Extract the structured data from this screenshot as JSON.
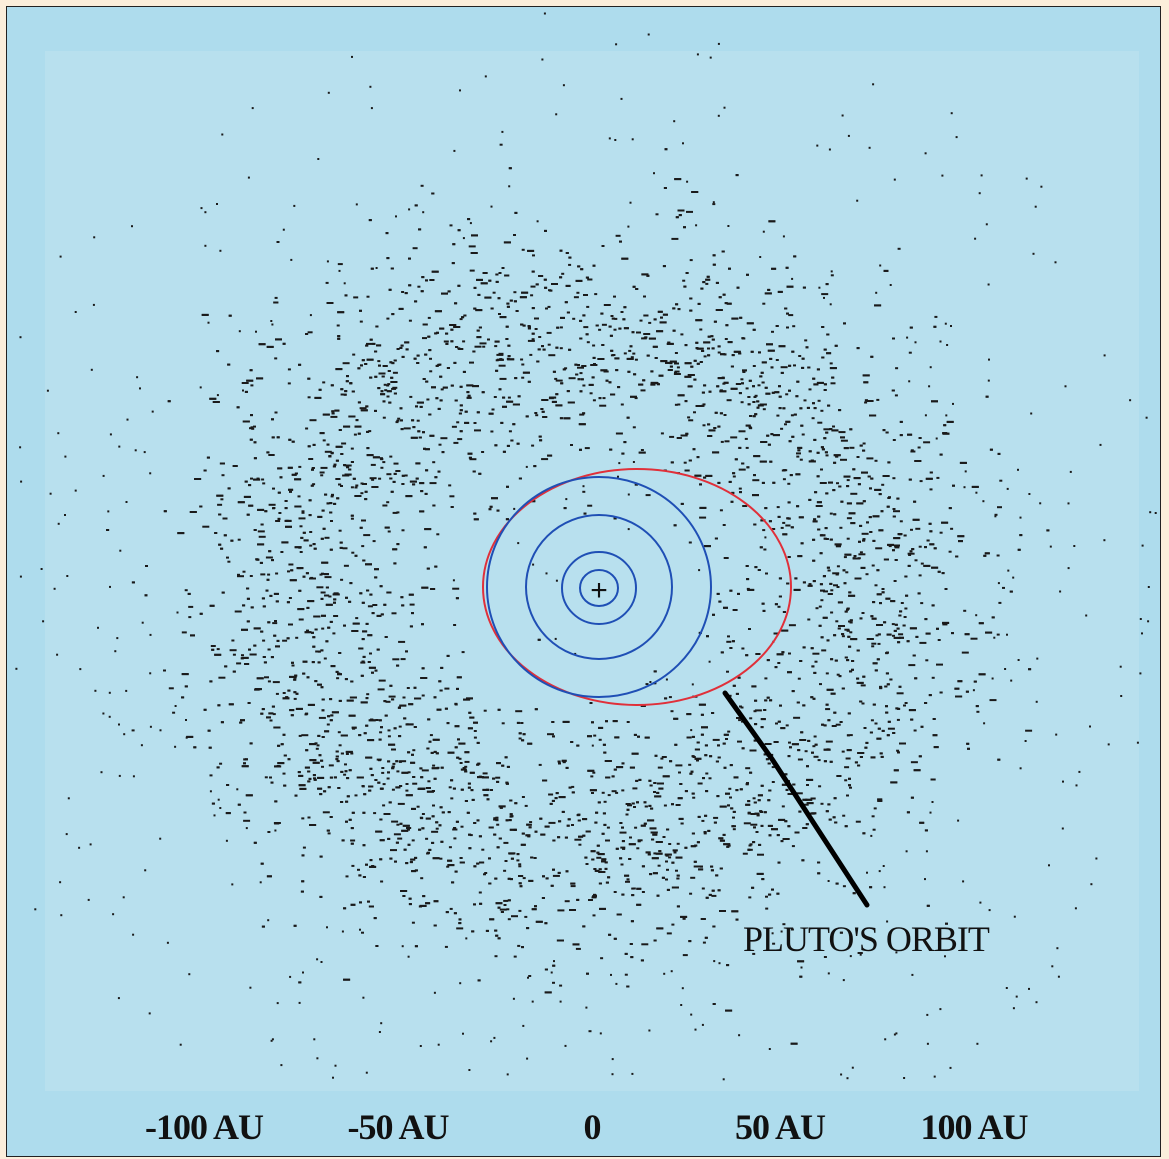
{
  "colors": {
    "page_border": "#fbeedb",
    "sky_outer": "#aedced",
    "sky_inner": "#b8e0ee",
    "dots": "#1a1a1a",
    "planet_orbits": "#1f4fb5",
    "pluto_orbit": "#e0303a",
    "pointer": "#000000"
  },
  "diagram": {
    "sun_marker": "+",
    "callout": {
      "text": "PLUTO'S ORBIT"
    },
    "axis": {
      "ticks": [
        {
          "label": "-100 AU",
          "value_au": -100
        },
        {
          "label": "-50 AU",
          "value_au": -50
        },
        {
          "label": "0",
          "value_au": 0
        },
        {
          "label": "50 AU",
          "value_au": 50
        },
        {
          "label": "100 AU",
          "value_au": 100
        }
      ]
    }
  }
}
